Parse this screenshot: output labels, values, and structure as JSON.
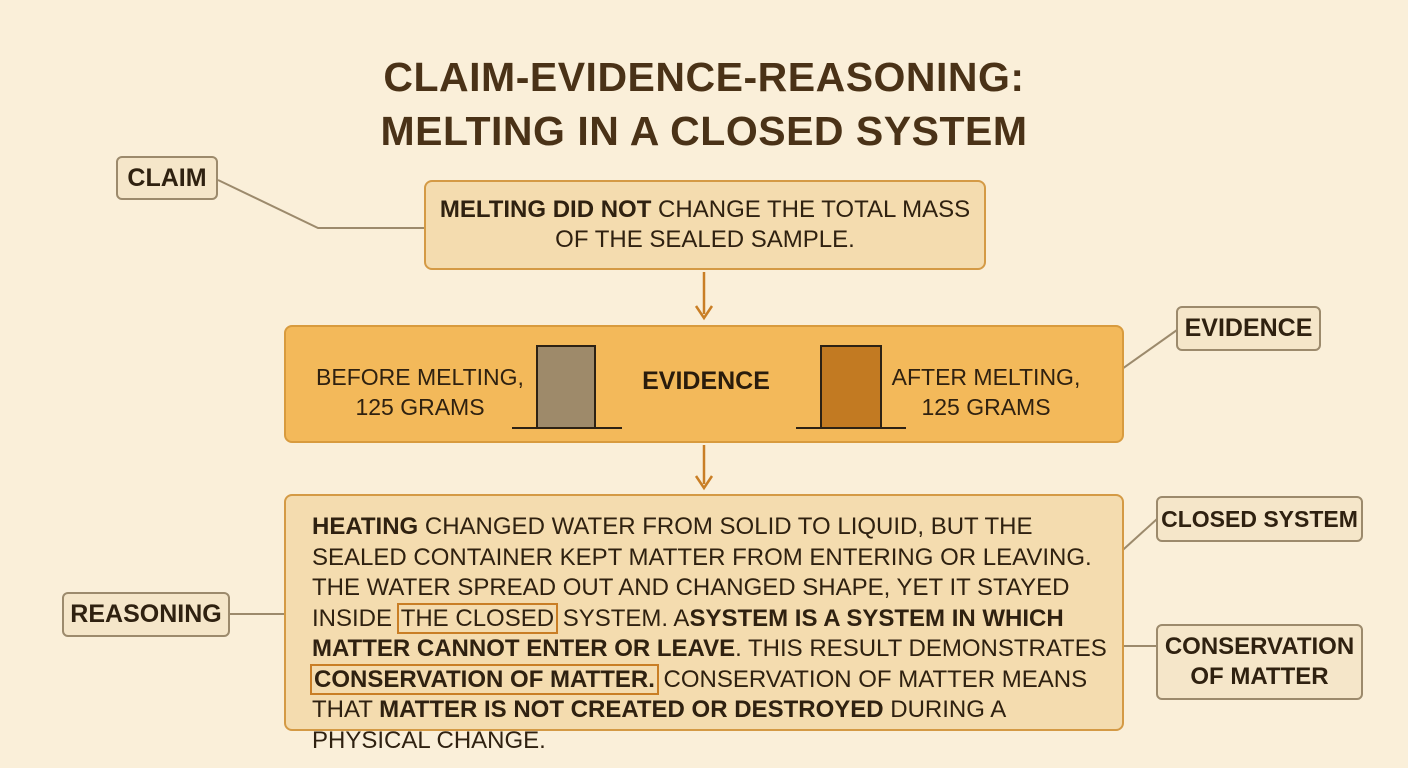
{
  "title": {
    "line1": "CLAIM-EVIDENCE-REASONING:",
    "line2": "MELTING IN A CLOSED SYSTEM"
  },
  "tags": {
    "claim": "CLAIM",
    "evidence": "EVIDENCE",
    "closed_system": "CLOSED SYSTEM",
    "reasoning": "REASONING",
    "conservation_line1": "CONSERVATION",
    "conservation_line2": "OF MATTER"
  },
  "claim": {
    "bold": "MELTING DID NOT",
    "rest_line1": " CHANGE THE TOTAL MASS",
    "line2": "OF THE SEALED SAMPLE."
  },
  "evidence": {
    "center_label": "EVIDENCE",
    "before_line1": "BEFORE MELTING,",
    "before_line2": "125 GRAMS",
    "after_line1": "AFTER MELTING,",
    "after_line2": "125 GRAMS"
  },
  "reasoning": {
    "s1_bold": "HEATING",
    "s1": " CHANGED WATER FROM SOLID TO LIQUID, BUT THE SEALED CONTAINER KEPT MATTER FROM ENTERING OR LEAVING. THE WATER SPREAD OUT AND CHANGED SHAPE, YET IT STAYED INSIDE ",
    "s1_hl": "THE CLOSED",
    "s2": " SYSTEM. A",
    "s2_bold": "SYSTEM IS A SYSTEM IN WHICH MATTER CANNOT ENTER OR LEAVE",
    "s3": ". THIS RESULT DEMONSTRATES ",
    "s3_hl": "CONSERVATION OF MATTER.",
    "s4": " CONSERVATION OF MATTER MEANS THAT ",
    "s4_bold": "MATTER IS NOT CREATED OR DESTROYED",
    "s5": " DURING A PHYSICAL CHANGE."
  },
  "colors": {
    "background": "#faefd9",
    "evidence_fill": "#f3b95a",
    "box_fill": "#f4dcaf",
    "solid_block": "#9e8a6a",
    "liquid_block": "#c27a22"
  }
}
